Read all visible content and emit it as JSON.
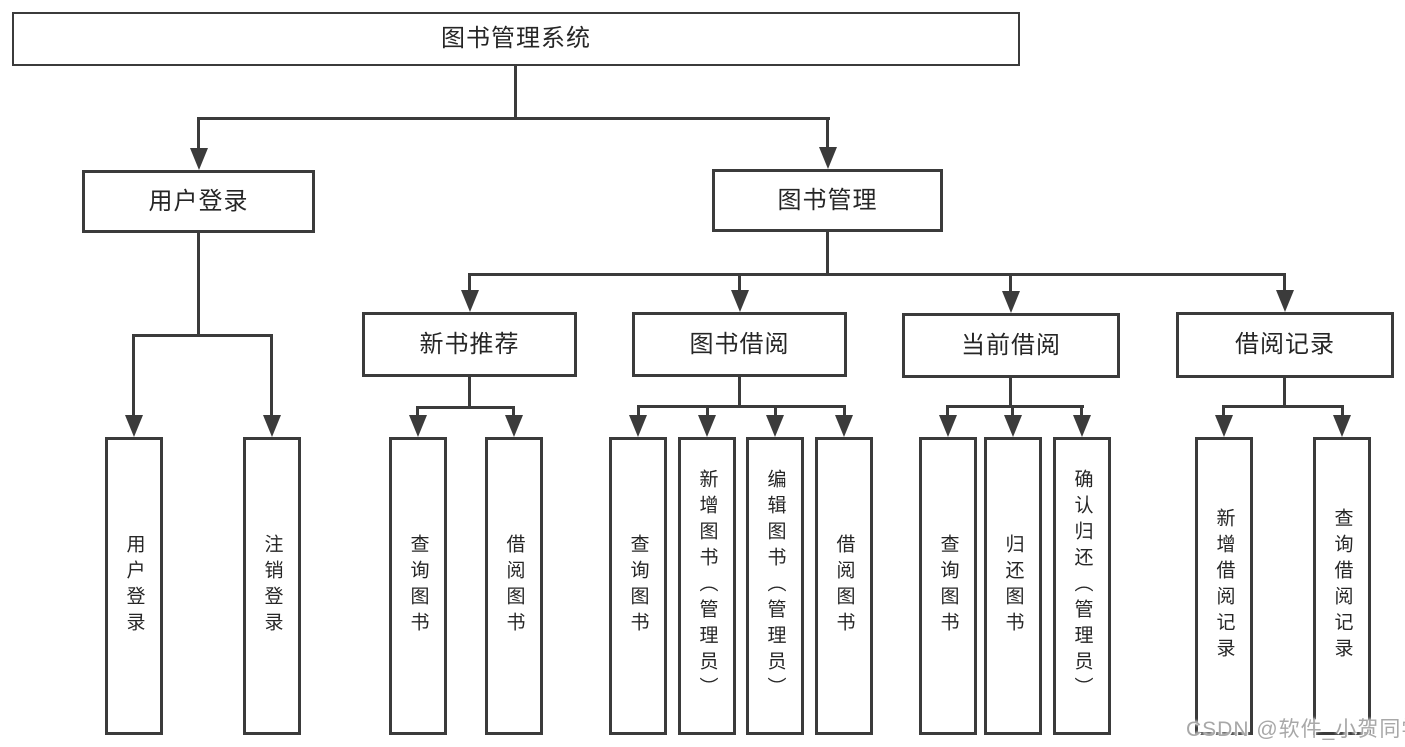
{
  "colors": {
    "background": "#ffffff",
    "line": "#3b3b3b",
    "text": "#262626",
    "watermark": "#a8a8a8"
  },
  "watermark": {
    "text": "CSDN @软件_小贺同学"
  },
  "diagram": {
    "root": {
      "label": "图书管理系统"
    },
    "branches": [
      {
        "label": "用户登录",
        "children": [
          {
            "label": "用户登录"
          },
          {
            "label": "注销登录"
          }
        ]
      },
      {
        "label": "图书管理",
        "sections": [
          {
            "label": "新书推荐",
            "children": [
              {
                "label": "查询图书"
              },
              {
                "label": "借阅图书"
              }
            ]
          },
          {
            "label": "图书借阅",
            "children": [
              {
                "label": "查询图书"
              },
              {
                "label": "新增图书（管理员）"
              },
              {
                "label": "编辑图书（管理员）"
              },
              {
                "label": "借阅图书"
              }
            ]
          },
          {
            "label": "当前借阅",
            "children": [
              {
                "label": "查询图书"
              },
              {
                "label": "归还图书"
              },
              {
                "label": "确认归还（管理员）"
              }
            ]
          },
          {
            "label": "借阅记录",
            "children": [
              {
                "label": "新增借阅记录"
              },
              {
                "label": "查询借阅记录"
              }
            ]
          }
        ]
      }
    ]
  }
}
